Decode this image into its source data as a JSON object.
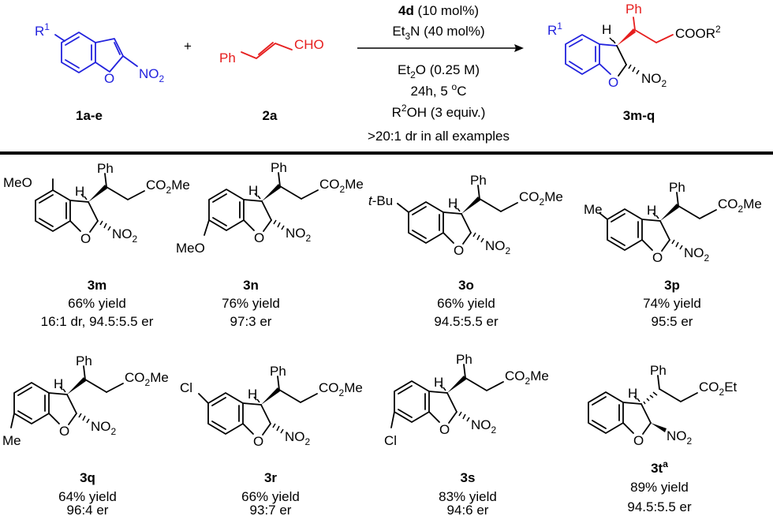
{
  "reaction": {
    "reactant1": {
      "id": "1a-e",
      "labels": {
        "r": "R",
        "r_sup": "1",
        "o": "O",
        "no2": "NO",
        "no2_sub": "2"
      }
    },
    "plus": "+",
    "reactant2": {
      "id": "2a",
      "labels": {
        "ph": "Ph",
        "cho": "CHO"
      }
    },
    "conditions_above": [
      {
        "bold": "4d",
        "text": " (10 mol%)"
      },
      {
        "text": "Et",
        "sub": "3",
        "text2": "N (40 mol%)"
      }
    ],
    "conditions_below": [
      {
        "text": "Et",
        "sub": "2",
        "text2": "O (0.25 M)"
      },
      {
        "text": "24h, 5 ",
        "sup": "o",
        "text2": "C"
      },
      {
        "text": "R",
        "sup": "2",
        "text2": "OH (3 equiv.)"
      },
      {
        "text": ">20:1 dr in all examples"
      }
    ],
    "product": {
      "id": "3m-q",
      "labels": {
        "r": "R",
        "r_sup": "1",
        "h": "H",
        "ph": "Ph",
        "coor": "COOR",
        "coor_sup": "2",
        "o": "O",
        "no2": "NO",
        "no2_sub": "2"
      }
    }
  },
  "examples": [
    {
      "id": "3m",
      "substituent": "MeO",
      "ester": "CO",
      "ester_sub": "2",
      "ester_tail": "Me",
      "lines": [
        "66% yield",
        "16:1 dr, 94.5:5.5 er"
      ]
    },
    {
      "id": "3n",
      "substituent": "MeO",
      "ester": "CO",
      "ester_sub": "2",
      "ester_tail": "Me",
      "lines": [
        "76% yield",
        "97:3 er"
      ]
    },
    {
      "id": "3o",
      "substituent": "t-Bu",
      "ester": "CO",
      "ester_sub": "2",
      "ester_tail": "Me",
      "lines": [
        "66% yield",
        "94.5:5.5 er"
      ]
    },
    {
      "id": "3p",
      "substituent": "Me",
      "ester": "CO",
      "ester_sub": "2",
      "ester_tail": "Me",
      "lines": [
        "74% yield",
        "95:5 er"
      ]
    },
    {
      "id": "3q",
      "substituent": "Me",
      "ester": "CO",
      "ester_sub": "2",
      "ester_tail": "Me",
      "lines": [
        "64% yield",
        "96:4 er"
      ]
    },
    {
      "id": "3r",
      "substituent": "Cl",
      "ester": "CO",
      "ester_sub": "2",
      "ester_tail": "Me",
      "lines": [
        "66% yield",
        "93:7 er"
      ]
    },
    {
      "id": "3s",
      "substituent": "Cl",
      "ester": "CO",
      "ester_sub": "2",
      "ester_tail": "Me",
      "lines": [
        "83% yield",
        "94:6 er"
      ]
    },
    {
      "id": "3t",
      "id_sup": "a",
      "substituent": "",
      "ester": "CO",
      "ester_sub": "2",
      "ester_tail": "Et",
      "lines": [
        "89% yield",
        "94.5:5.5 er"
      ]
    }
  ],
  "common": {
    "ph": "Ph",
    "h": "H",
    "o": "O",
    "no2": "NO",
    "no2_sub": "2"
  },
  "colors": {
    "reactant_blue": "#2222dd",
    "aldehyde_red": "#e61e1e",
    "text": "#000000"
  }
}
